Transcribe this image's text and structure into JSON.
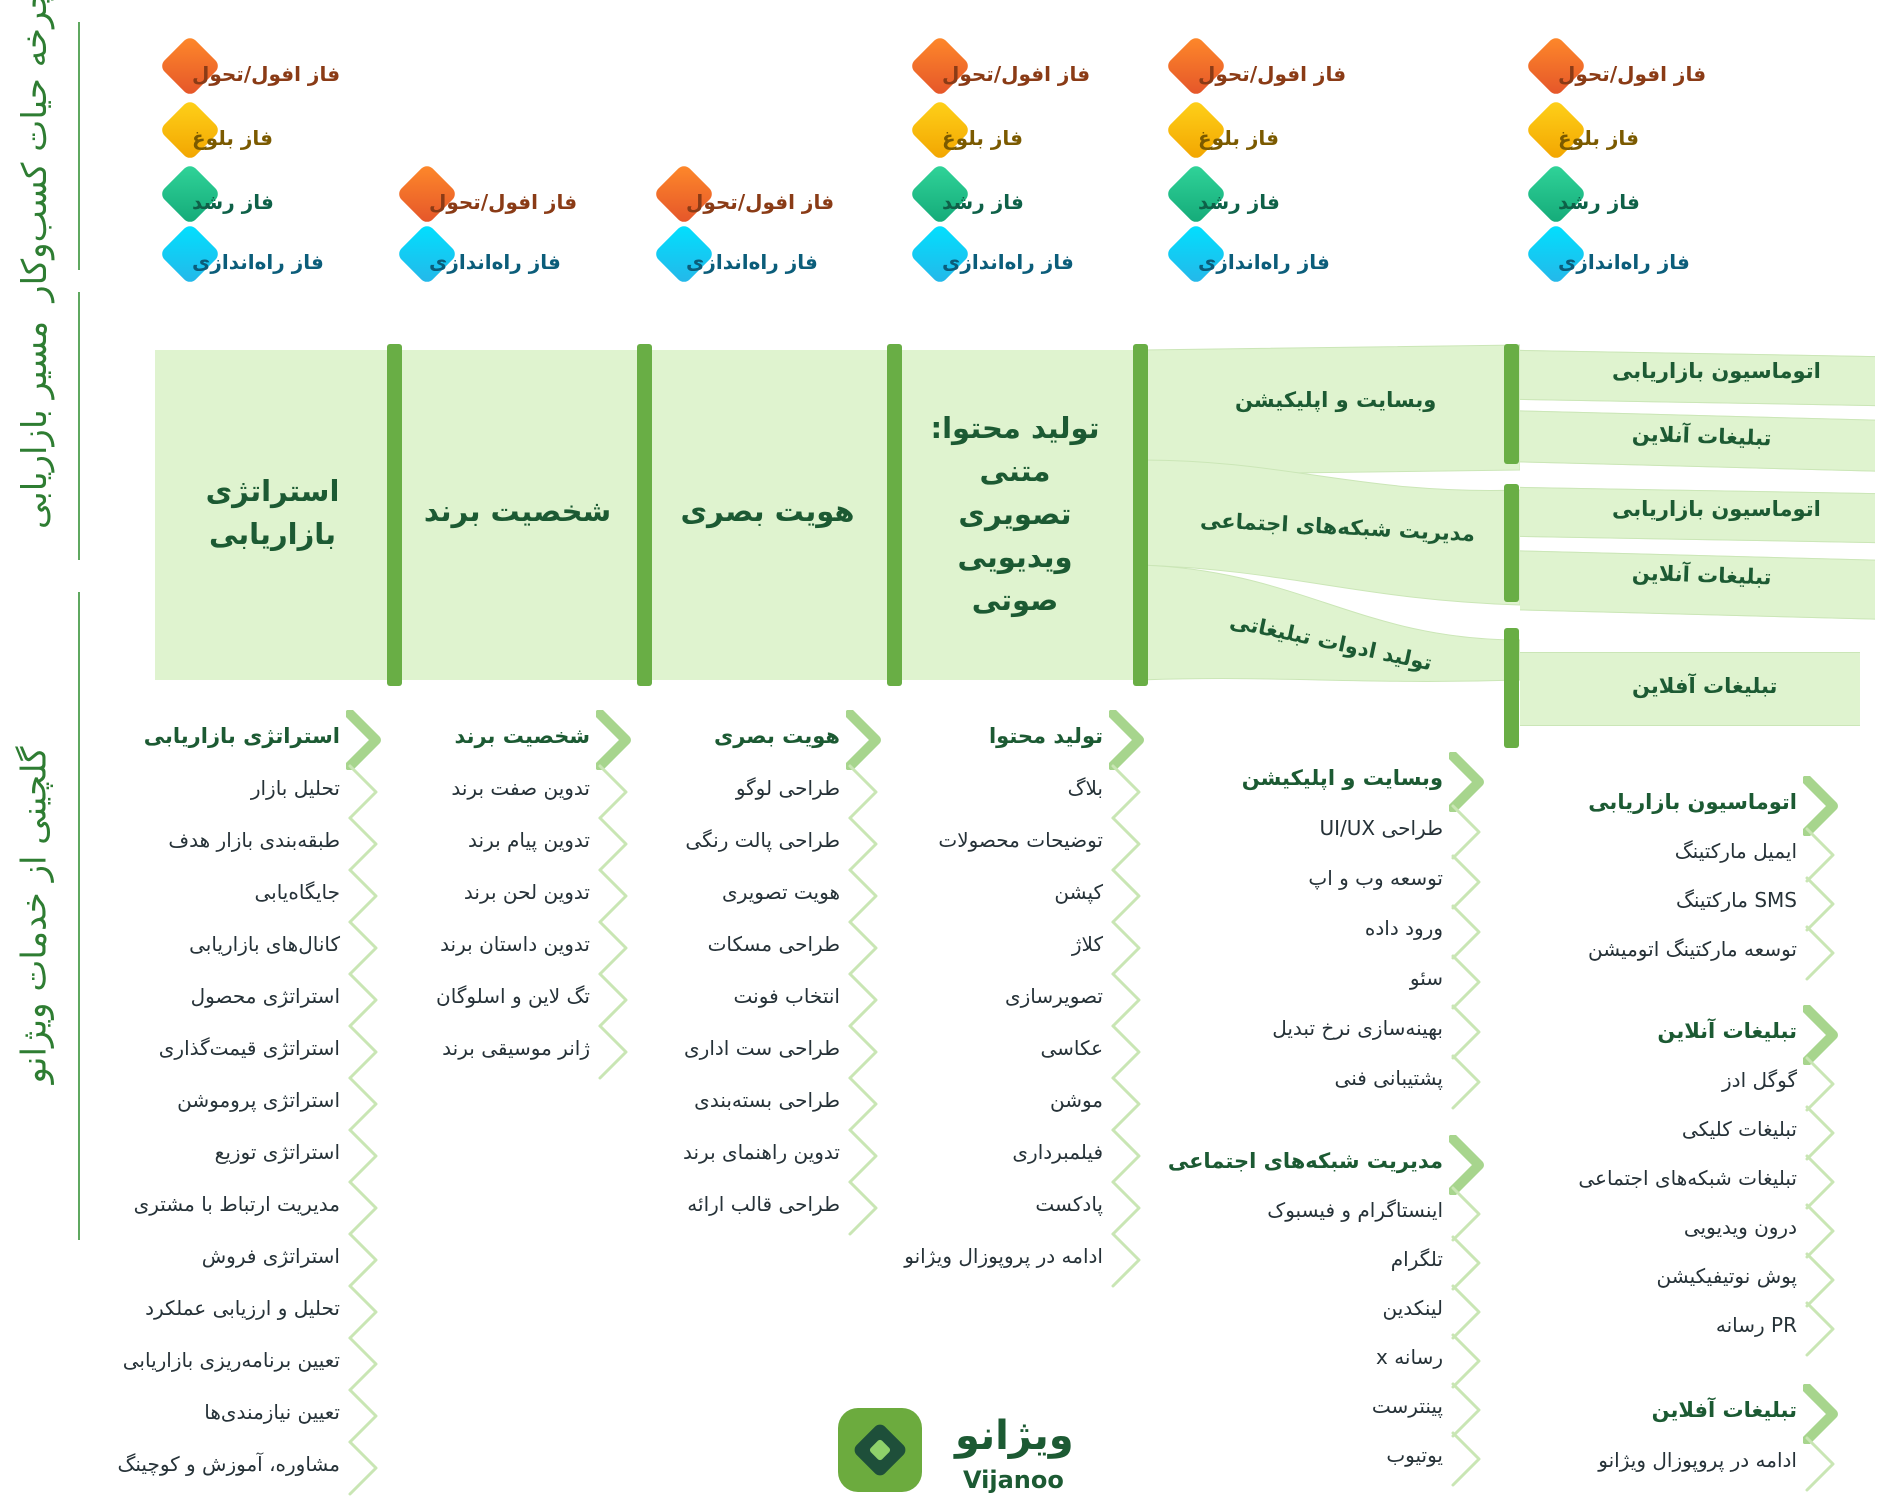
{
  "row_labels": {
    "lifecycle": "چرخه حیات کسب‌وکار",
    "marketing_path": "مسیر بازاریابی",
    "services": "گلچینی از خدمات ویژانو"
  },
  "phases": {
    "launch": "فاز راه‌اندازی",
    "growth": "فاز رشد",
    "maturity": "فاز بلوغ",
    "decline": "فاز افول/تحول"
  },
  "stages": {
    "strategy": "استراتژی بازاریابی",
    "personality": "شخصیت برند",
    "visual": "هویت بصری",
    "content": [
      "تولید محتوا:",
      "متنی",
      "تصویری",
      "ویدیویی",
      "صوتی"
    ]
  },
  "channels": {
    "website": "وبسایت و اپلیکیشن",
    "social": "مدیریت شبکه‌های اجتماعی",
    "promo": "تولید ادوات تبلیغاتی",
    "automation": "اتوماسیون بازاریابی",
    "online_ads": "تبلیغات آنلاین",
    "offline_ads": "تبلیغات آفلاین"
  },
  "services": {
    "strategy": {
      "head": "استراتژی بازاریابی",
      "items": [
        "تحلیل بازار",
        "طبقه‌بندی بازار هدف",
        "جایگاه‌یابی",
        "کانال‌های بازاریابی",
        "استراتژی محصول",
        "استراتژی قیمت‌گذاری",
        "استراتژی پروموشن",
        "استراتژی توزیع",
        "مدیریت ارتباط با مشتری",
        "استراتژی فروش",
        "تحلیل و ارزیابی عملکرد",
        "تعیین برنامه‌ریزی بازاریابی",
        "تعیین نیازمندی‌ها",
        "مشاوره، آموزش و کوچینگ"
      ]
    },
    "personality": {
      "head": "شخصیت برند",
      "items": [
        "تدوین صفت برند",
        "تدوین پیام برند",
        "تدوین لحن برند",
        "تدوین داستان برند",
        "تگ لاین و اسلوگان",
        "ژانر موسیقی برند"
      ]
    },
    "visual": {
      "head": "هویت بصری",
      "items": [
        "طراحی لوگو",
        "طراحی پالت رنگی",
        "هویت تصویری",
        "طراحی مسکات",
        "انتخاب فونت",
        "طراحی ست اداری",
        "طراحی بسته‌بندی",
        "تدوین راهنمای برند",
        "طراحی قالب ارائه"
      ]
    },
    "content": {
      "head": "تولید محتوا",
      "items": [
        "بلاگ",
        "توضیحات محصولات",
        "کپشن",
        "کلاژ",
        "تصویرسازی",
        "عکاسی",
        "موشن",
        "فیلمبرداری",
        "پادکست",
        "ادامه در پروپوزال ویژانو"
      ]
    },
    "website": {
      "head": "وبسایت و اپلیکیشن",
      "items": [
        "طراحی UI/UX",
        "توسعه وب و اپ",
        "ورود داده",
        "سئو",
        "بهینه‌سازی نرخ تبدیل",
        "پشتیبانی فنی"
      ]
    },
    "social": {
      "head": "مدیریت شبکه‌های اجتماعی",
      "items": [
        "اینستاگرام و فیسبوک",
        "تلگرام",
        "لینکدین",
        "رسانه x",
        "پینترست",
        "یوتیوب"
      ]
    },
    "automation": {
      "head": "اتوماسیون بازاریابی",
      "items": [
        "ایمیل مارکتینگ",
        "SMS مارکتینگ",
        "توسعه مارکتینگ اتومیشن"
      ]
    },
    "online": {
      "head": "تبلیغات آنلاین",
      "items": [
        "گوگل ادز",
        "تبلیغات کلیکی",
        "تبلیغات شبکه‌های اجتماعی",
        "درون ویدیویی",
        "پوش نوتیفیکیشن",
        "PR رسانه"
      ]
    },
    "offline": {
      "head": "تبلیغات آفلاین",
      "items": [
        "ادامه در پروپوزال ویژانو"
      ]
    }
  },
  "logo": {
    "name_fa": "ویژانو",
    "name_en": "Vijanoo"
  },
  "colors": {
    "brand_green": "#69ae45",
    "band": "#dff3cf",
    "text_dark_green": "#1c5a33"
  }
}
